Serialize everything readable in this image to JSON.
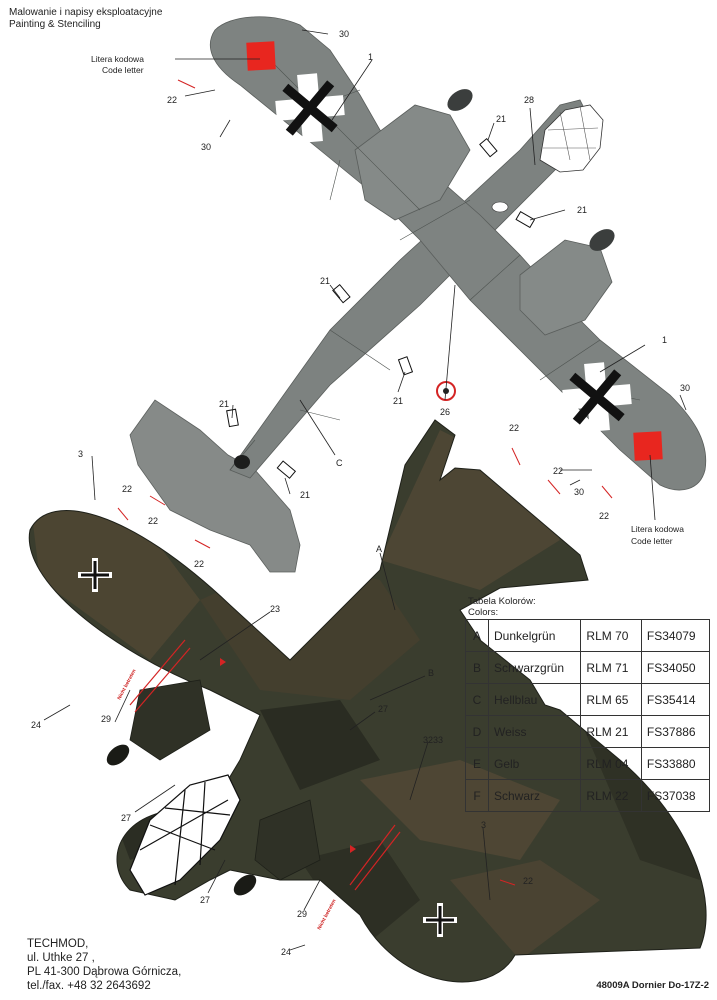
{
  "header": {
    "title_pl": "Malowanie i napisy eksploatacyjne",
    "title_en": "Painting & Stenciling"
  },
  "top_view_labels": {
    "code_letter_left_pl": "Litera kodowa",
    "code_letter_left_en": "Code letter",
    "code_letter_right_pl": "Litera kodowa",
    "code_letter_right_en": "Code letter"
  },
  "callouts": {
    "n1": "1",
    "n3": "3",
    "n21": "21",
    "n22": "22",
    "n23": "23",
    "n24": "24",
    "n26": "26",
    "n27": "27",
    "n28": "28",
    "n29": "29",
    "n30": "30",
    "n32_33": "3233",
    "letter_a": "A",
    "letter_b": "B",
    "letter_c": "C"
  },
  "stencil_text": "Nicht betreten",
  "color_table": {
    "title_pl": "Tabela Kolorów:",
    "title_en": "Colors:",
    "rows": [
      {
        "letter": "A",
        "name": "Dunkelgrün",
        "rlm": "RLM 70",
        "fs": "FS34079"
      },
      {
        "letter": "B",
        "name": "Schwarzgrün",
        "rlm": "RLM 71",
        "fs": "FS34050"
      },
      {
        "letter": "C",
        "name": "Hellblau",
        "rlm": "RLM 65",
        "fs": "FS35414"
      },
      {
        "letter": "D",
        "name": "Weiss",
        "rlm": "RLM 21",
        "fs": "FS37886"
      },
      {
        "letter": "E",
        "name": "Gelb",
        "rlm": "RLM 04",
        "fs": "FS33880"
      },
      {
        "letter": "F",
        "name": "Schwarz",
        "rlm": "RLM 22",
        "fs": "FS37038"
      }
    ]
  },
  "address": {
    "company": "TECHMOD,",
    "street": "ul. Uthke 27 ,",
    "city": "PL 41-300 Dąbrowa Górnicza,",
    "phone": "tel./fax. +48 32 2643692"
  },
  "footer": {
    "model": "48009A Dornier Do-17Z-2"
  },
  "palette": {
    "underside_grey": "#7e8381",
    "top_dark_green": "#3a3d2e",
    "top_brown_green": "#4c4532",
    "black_green": "#2a2c22",
    "code_red": "#e8261f",
    "stencil_red": "#d42424"
  }
}
